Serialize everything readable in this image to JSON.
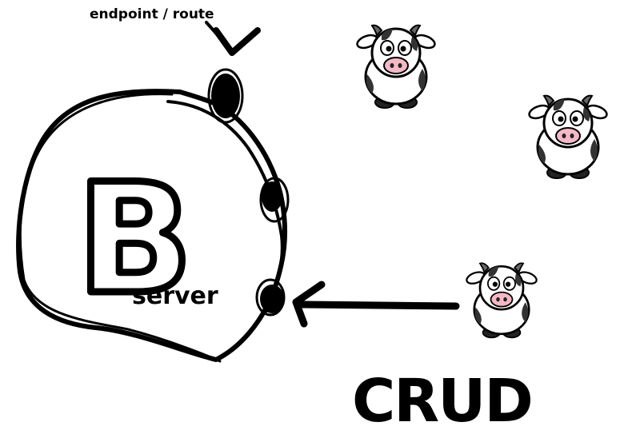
{
  "labels": {
    "endpoint_route": "endpoint / route",
    "server_letter": "B",
    "server": "server",
    "crud": "CRUD"
  },
  "icons": {
    "server_blob": "hand-drawn-circle-icon",
    "endpoint_dot": "endpoint-dot-icon",
    "cow": "cow-icon",
    "arrow": "arrow-icon"
  },
  "colors": {
    "ink": "#000000",
    "background": "#ffffff",
    "cow_nose": "#f4b8c6",
    "cow_body": "#ffffff",
    "cow_spots": "#333333"
  }
}
